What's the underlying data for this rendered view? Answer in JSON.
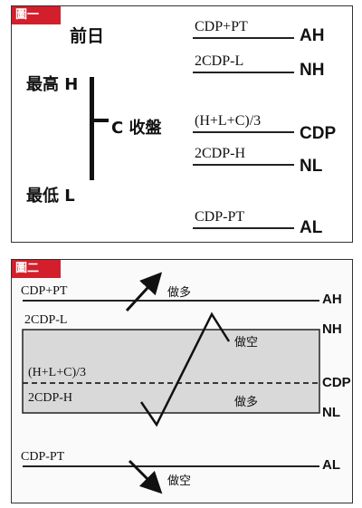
{
  "panel1": {
    "badge": "圖一",
    "prev_day": "前日",
    "high": "最高 H",
    "close": "C 收盤",
    "low": "最低 L",
    "levels": [
      {
        "formula": "CDP+PT",
        "name": "AH"
      },
      {
        "formula": "2CDP-L",
        "name": "NH"
      },
      {
        "formula": "(H+L+C)/3",
        "name": "CDP"
      },
      {
        "formula": "2CDP-H",
        "name": "NL"
      },
      {
        "formula": "CDP-PT",
        "name": "AL"
      }
    ]
  },
  "panel2": {
    "badge": "圖二",
    "levels": [
      {
        "formula": "CDP+PT",
        "name": "AH"
      },
      {
        "formula": "2CDP-L",
        "name": "NH"
      },
      {
        "formula": "(H+L+C)/3",
        "name": "CDP"
      },
      {
        "formula": "2CDP-H",
        "name": "NL"
      },
      {
        "formula": "CDP-PT",
        "name": "AL"
      }
    ],
    "actions": {
      "buy_top": "做多",
      "short_nh": "做空",
      "buy_nl": "做多",
      "short_bottom": "做空"
    },
    "colors": {
      "band_fill": "#d9d9d9",
      "badge": "#d21f2b"
    }
  }
}
